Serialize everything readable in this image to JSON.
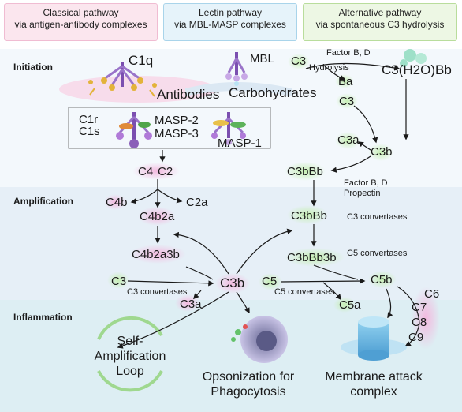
{
  "headers": {
    "classical": [
      "Classical pathway",
      "via antigen-antibody complexes"
    ],
    "lectin": [
      "Lectin pathway",
      "via MBL-MASP complexes"
    ],
    "alternative": [
      "Alternative pathway",
      "via spontaneous  C3 hydrolysis"
    ]
  },
  "sections": {
    "initiation": "Initiation",
    "amplification": "Amplification",
    "inflammation": "Inflammation"
  },
  "labels": {
    "c1q": "C1q",
    "antibodies": "Antibodies",
    "mbl": "MBL",
    "carbohydrates": "Carbohydrates",
    "c3_spont": "C3",
    "factor_bd": "Factor B, D",
    "hydrolysis": "Hydrolysis",
    "c3h2obb": "C3(H2O)Bb",
    "ba": "Ba",
    "c3_alt": "C3",
    "c3a_alt": "C3a",
    "c3b_alt": "C3b",
    "c1r": "C1r",
    "c1s": "C1s",
    "masp2": "MASP-2",
    "masp3": "MASP-3",
    "masp1": "MASP-1",
    "c4": "C4",
    "c2": "C2",
    "c3bbb_top": "C3bBb",
    "factor_bd_2": "Factor B, D",
    "propectin": "Propectin",
    "c4b": "C4b",
    "c2a": "C2a",
    "c4b2a": "C4b2a",
    "c3bbb_mid": "C3bBb",
    "c3_convertases_right": "C3 convertases",
    "c4b2a3b": "C4b2a3b",
    "c3bbb3b": "C3bBb3b",
    "c5_convertases_right": "C5 convertases",
    "c3_center": "C3",
    "c3b_center": "C3b",
    "c3_convertases_center": "C3 convertases",
    "c5": "C5",
    "c5_convertases_center": "C5 convertases",
    "c5b": "C5b",
    "c6": "C6",
    "c7": "C7",
    "c8": "C8",
    "c9": "C9",
    "c3a_center": "C3a",
    "c5a": "C5a",
    "self_amplification": [
      "Self-",
      "Amplification",
      "Loop"
    ],
    "opsonization": [
      "Opsonization for",
      "Phagocytosis"
    ],
    "mac": [
      "Membrane attack",
      "complex"
    ]
  },
  "colors": {
    "classical_bg": "#fbe6ee",
    "lectin_bg": "#e6f3fa",
    "alternative_bg": "#edf7e4",
    "initiation_bg": "#f3f8fc",
    "amplification_bg": "#e6eff7",
    "inflammation_bg": "#ddeef3",
    "pink_glow": "#f6c8e6",
    "green_glow": "#d4f2c4",
    "purple": "#8a5fb8"
  }
}
